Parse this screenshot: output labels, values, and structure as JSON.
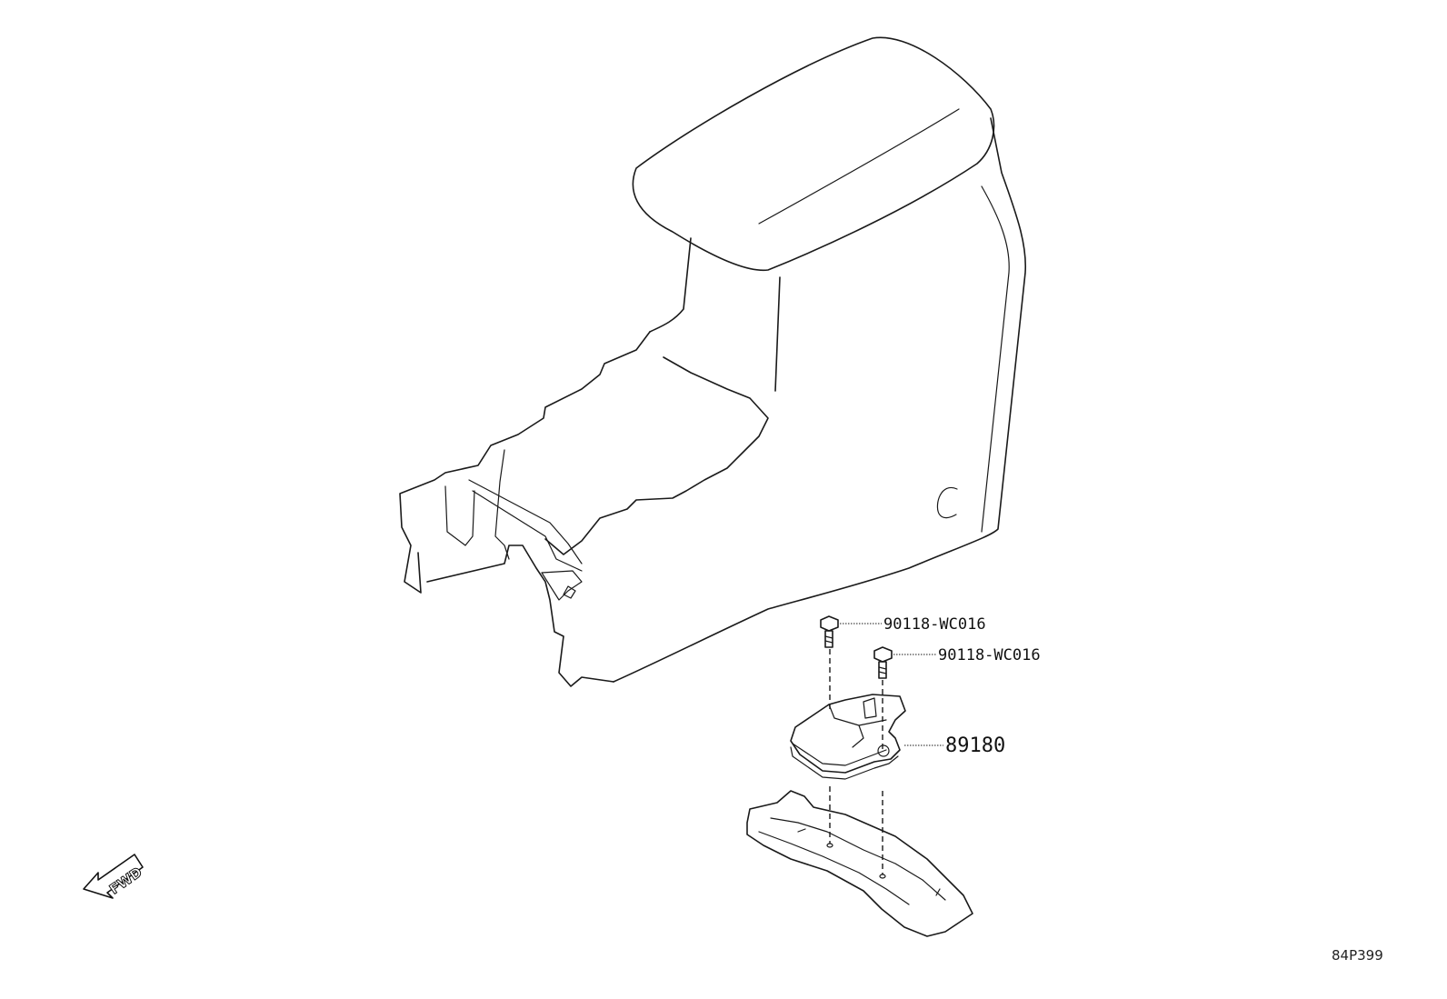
{
  "parts": {
    "bolt_1": "90118-WC016",
    "bolt_2": "90118-WC016",
    "sensor": "89180"
  },
  "direction_arrow": "FWD",
  "figure_code": "84P399",
  "colors": {
    "line": "#1a1a1a",
    "background": "#ffffff"
  }
}
